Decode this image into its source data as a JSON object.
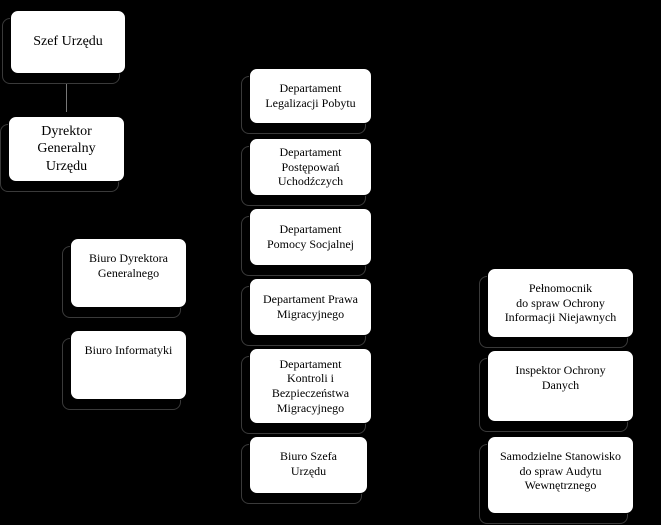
{
  "diagram": {
    "title": "",
    "nodes": [
      {
        "id": "szef",
        "label": "Szef Urzędu"
      },
      {
        "id": "dyrektor",
        "label": "Dyrektor\nGeneralny\nUrzędu"
      },
      {
        "id": "biuro-dyrektora",
        "label": "Biuro Dyrektora\nGeneralnego"
      },
      {
        "id": "biuro-informatyki",
        "label": "Biuro Informatyki"
      },
      {
        "id": "dep-legalizacji",
        "label": "Departament\nLegalizacji Pobytu"
      },
      {
        "id": "dep-postepowan",
        "label": "Departament\nPostępowań\nUchodźczych"
      },
      {
        "id": "dep-pomocy",
        "label": "Departament\nPomocy Socjalnej"
      },
      {
        "id": "dep-prawa",
        "label": "Departament Prawa\nMigracyjnego"
      },
      {
        "id": "dep-kontroli",
        "label": "Departament\nKontroli i\nBezpieczeństwa\nMigracyjnego"
      },
      {
        "id": "biuro-szefa",
        "label": "Biuro Szefa\nUrzędu"
      },
      {
        "id": "pelnomocnik",
        "label": "Pełnomocnik\ndo spraw Ochrony\nInformacji Niejawnych"
      },
      {
        "id": "inspektor",
        "label": "Inspektor Ochrony\nDanych"
      },
      {
        "id": "audyt",
        "label": "Samodzielne Stanowisko\ndo spraw Audytu\nWewnętrznego"
      }
    ],
    "colors": {
      "background": "#000000",
      "box_fill": "#ffffff",
      "box_border": "#000000",
      "text": "#000000"
    }
  }
}
